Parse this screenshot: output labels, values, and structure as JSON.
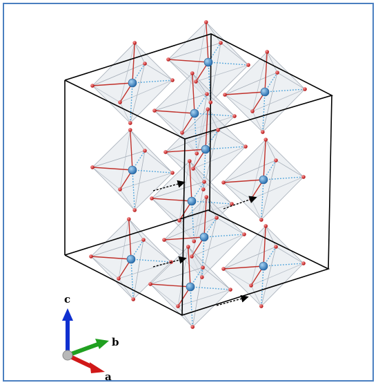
{
  "figure": {
    "axis_labels": {
      "c": "c",
      "b": "b",
      "a": "a"
    },
    "colors": {
      "frame": "#4a7fc0",
      "cell_edge": "#000000",
      "octahedron_fill": "#dfe4ea",
      "octahedron_edge": "#a8b0ba",
      "metal_atom": "#3a86c8",
      "oxygen_atom": "#d62020",
      "bond_red": "#c0302a",
      "bond_blue": "#5aa9dc",
      "displacement_arrow": "#000000",
      "axis_c": "#1030d0",
      "axis_b": "#20a020",
      "axis_a": "#d01818",
      "axis_origin": "#b0b0b0"
    }
  }
}
